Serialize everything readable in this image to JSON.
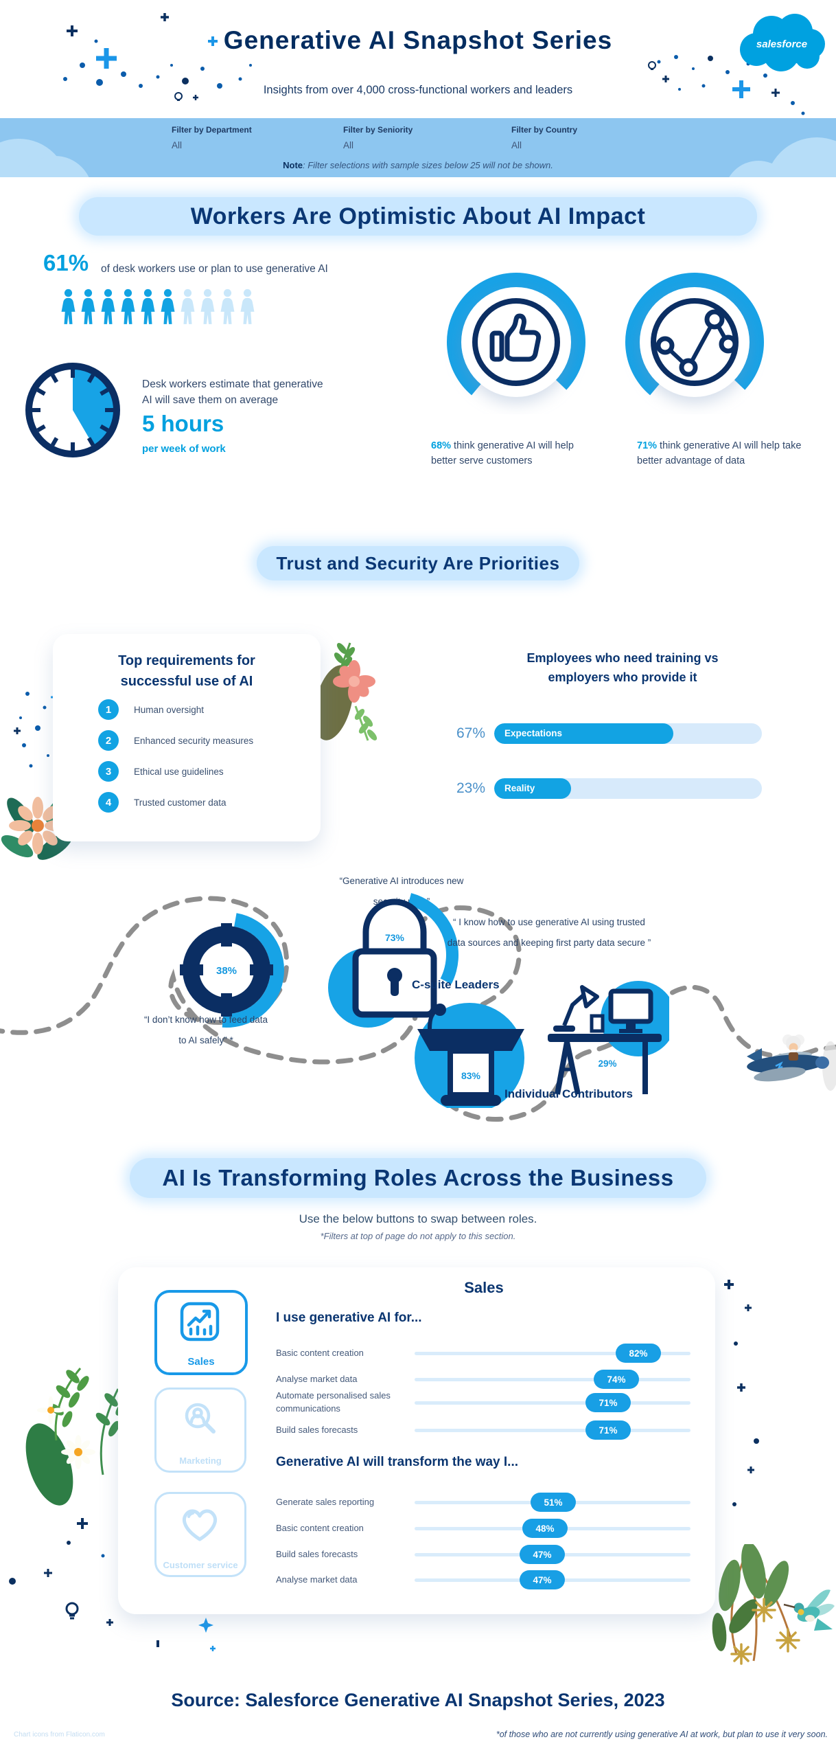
{
  "header": {
    "title": "Generative AI Snapshot Series",
    "subtitle": "Insights from over 4,000 cross-functional workers and leaders",
    "logo": "salesforce"
  },
  "filters": {
    "items": [
      {
        "label": "Filter by Department",
        "value": "All"
      },
      {
        "label": "Filter by Seniority",
        "value": "All"
      },
      {
        "label": "Filter by Country",
        "value": "All"
      }
    ],
    "note_label": "Note",
    "note_text": ": Filter selections with sample sizes below 25 will not be shown."
  },
  "optimism": {
    "heading": "Workers Are Optimistic About AI Impact",
    "stat": "61%",
    "stat_caption": "of desk workers use or plan to use generative AI",
    "pictogram": {
      "filled": 6,
      "total": 10
    },
    "clock_caption1": "Desk workers estimate that generative",
    "clock_caption2": "AI will save them on average",
    "clock_stat": "5 hours",
    "clock_unit": "per week of work",
    "badge1_value": "68%",
    "badge1_text": " think generative AI will help better serve customers",
    "badge2_value": "71%",
    "badge2_text": " think generative AI will help take better advantage of data"
  },
  "trust": {
    "heading": "Trust and Security Are Priorities",
    "req_title1": "Top requirements for",
    "req_title2": "successful use of AI",
    "req_items": [
      {
        "num": "1",
        "label": "Human oversight"
      },
      {
        "num": "2",
        "label": "Enhanced security measures"
      },
      {
        "num": "3",
        "label": "Ethical use guidelines"
      },
      {
        "num": "4",
        "label": "Trusted customer data"
      }
    ],
    "training_title1": "Employees who need training vs",
    "training_title2": "employers who provide it",
    "bars": [
      {
        "pct": "67%",
        "label": "Expectations",
        "value": 67
      },
      {
        "pct": "23%",
        "label": "Reality",
        "value": 23
      }
    ],
    "quote_security1": "“Generative AI introduces new",
    "quote_security2": "security risks”",
    "ring_stat": "38%",
    "quote_feed1": "“I don’t know how to feed data",
    "quote_feed2": "to AI safely” *",
    "lock_stat": "73%",
    "quote_trusted1": "“ I know how to use generative AI using trusted",
    "quote_trusted2": "data sources and keeping first party data secure ”",
    "csuite_label": "C-suite Leaders",
    "podium_stat": "83%",
    "ic_label": "Individual Contributors",
    "desk_stat": "29%"
  },
  "roles": {
    "heading": "AI Is Transforming Roles Across the Business",
    "sub": "Use the below buttons to swap between roles.",
    "sub_note": "*Filters at top of page do not apply to this section.",
    "tabs": [
      {
        "label": "Sales"
      },
      {
        "label": "Marketing"
      },
      {
        "label": "Customer service"
      }
    ],
    "selected_role": "Sales",
    "use_title": "I use generative AI for...",
    "use_rows": [
      {
        "label": "Basic content creation",
        "pct": "82%",
        "value": 82
      },
      {
        "label": "Analyse market data",
        "pct": "74%",
        "value": 74
      },
      {
        "label": "Automate personalised sales communications",
        "pct": "71%",
        "value": 71
      },
      {
        "label": "Build sales forecasts",
        "pct": "71%",
        "value": 71
      }
    ],
    "transform_title": "Generative AI will transform the way I...",
    "transform_rows": [
      {
        "label": "Generate sales reporting",
        "pct": "51%",
        "value": 51
      },
      {
        "label": "Basic content creation",
        "pct": "48%",
        "value": 48
      },
      {
        "label": "Build sales forecasts",
        "pct": "47%",
        "value": 47
      },
      {
        "label": "Analyse market data",
        "pct": "47%",
        "value": 47
      }
    ]
  },
  "footer": {
    "source": "Source: Salesforce Generative AI Snapshot Series, 2023",
    "footnote": "*of those who are not currently using generative AI at work, but plan to use it very soon.",
    "credit": "Chart icons from Flaticon.com"
  },
  "colors": {
    "accent": "#00A0DF",
    "navy": "#032D60",
    "bar_fill": "#12A3E3",
    "bar_track": "#D7EAFB",
    "heading_pill": "#C9E7FF"
  },
  "chart_data": [
    {
      "type": "bar",
      "title": "Employees who need training vs employers who provide it",
      "categories": [
        "Expectations",
        "Reality"
      ],
      "values": [
        67,
        23
      ],
      "unit": "%",
      "orientation": "horizontal"
    },
    {
      "type": "bar",
      "title": "Sales - I use generative AI for...",
      "categories": [
        "Basic content creation",
        "Analyse market data",
        "Automate personalised sales communications",
        "Build sales forecasts"
      ],
      "values": [
        82,
        74,
        71,
        71
      ],
      "unit": "%",
      "orientation": "horizontal"
    },
    {
      "type": "bar",
      "title": "Sales - Generative AI will transform the way I...",
      "categories": [
        "Generate sales reporting",
        "Basic content creation",
        "Build sales forecasts",
        "Analyse market data"
      ],
      "values": [
        51,
        48,
        47,
        47
      ],
      "unit": "%",
      "orientation": "horizontal"
    },
    {
      "type": "pictogram",
      "title": "Desk workers who use or plan to use generative AI",
      "value": 61,
      "unit": "%",
      "icons_filled": 6,
      "icons_total": 10
    },
    {
      "type": "stat",
      "title": "Time generative AI will save desk workers",
      "value": "5 hours",
      "unit": "per week of work"
    },
    {
      "type": "stat",
      "title": "Think generative AI will help better serve customers",
      "value": 68,
      "unit": "%"
    },
    {
      "type": "stat",
      "title": "Think generative AI will help take better advantage of data",
      "value": 71,
      "unit": "%"
    },
    {
      "type": "stat",
      "title": "I don't know how to feed data to AI safely",
      "value": 38,
      "unit": "%"
    },
    {
      "type": "stat",
      "title": "Generative AI introduces new security risks",
      "value": 73,
      "unit": "%"
    },
    {
      "type": "stat",
      "title": "C-suite Leaders: know how to use generative AI with trusted data sources",
      "value": 83,
      "unit": "%"
    },
    {
      "type": "stat",
      "title": "Individual Contributors: know how to use generative AI with trusted data sources",
      "value": 29,
      "unit": "%"
    }
  ]
}
